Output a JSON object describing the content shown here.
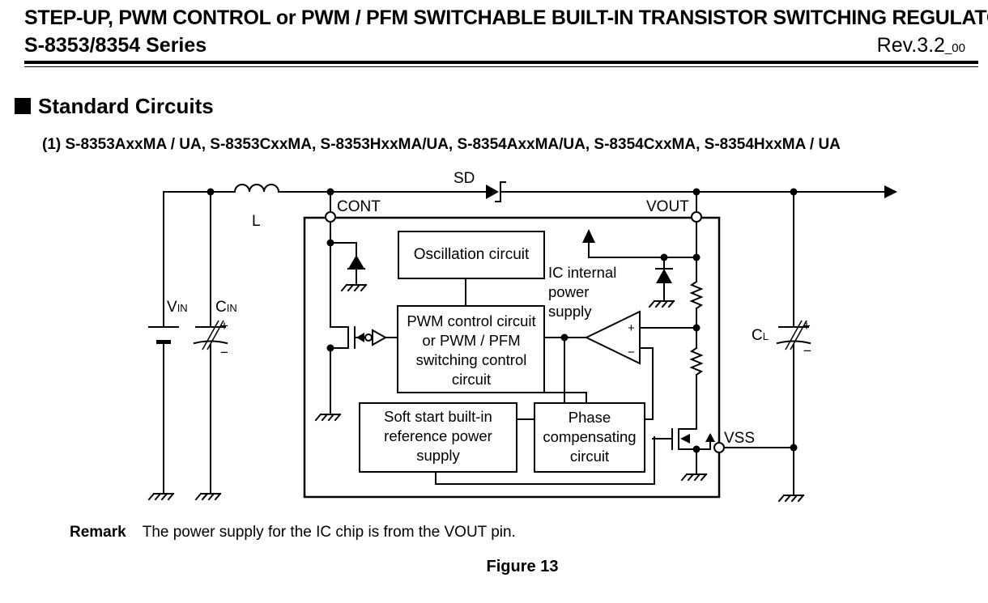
{
  "header": {
    "title": "STEP-UP, PWM CONTROL or PWM / PFM SWITCHABLE BUILT-IN TRANSISTOR SWITCHING REGULATOR",
    "series": "S-8353/8354 Series",
    "revision": "Rev.3.2",
    "revision_suffix": "_00"
  },
  "section": {
    "title": "Standard Circuits",
    "subtitle": "(1) S-8353AxxMA / UA, S-8353CxxMA, S-8353HxxMA/UA, S-8354AxxMA/UA, S-8354CxxMA, S-8354HxxMA / UA"
  },
  "circuit": {
    "labels": {
      "sd": "SD",
      "l": "L",
      "cont": "CONT",
      "vout": "VOUT",
      "vss": "VSS",
      "vin": "V",
      "vin_sub": "IN",
      "cin": "C",
      "cin_sub": "IN",
      "cl": "C",
      "cl_sub": "L",
      "plus": "+",
      "minus": "−",
      "ic_internal": [
        "IC internal",
        "power",
        "supply"
      ]
    },
    "blocks": {
      "oscillation": "Oscillation circuit",
      "pwm_control": [
        "PWM control circuit",
        "or PWM / PFM",
        "switching control",
        "circuit"
      ],
      "soft_start": [
        "Soft start built-in",
        "reference power",
        "supply"
      ],
      "phase_comp": [
        "Phase",
        "compensating",
        "circuit"
      ]
    }
  },
  "remark": {
    "label": "Remark",
    "text": "The power supply for the IC chip is from the VOUT pin."
  },
  "figure_caption": "Figure 13"
}
